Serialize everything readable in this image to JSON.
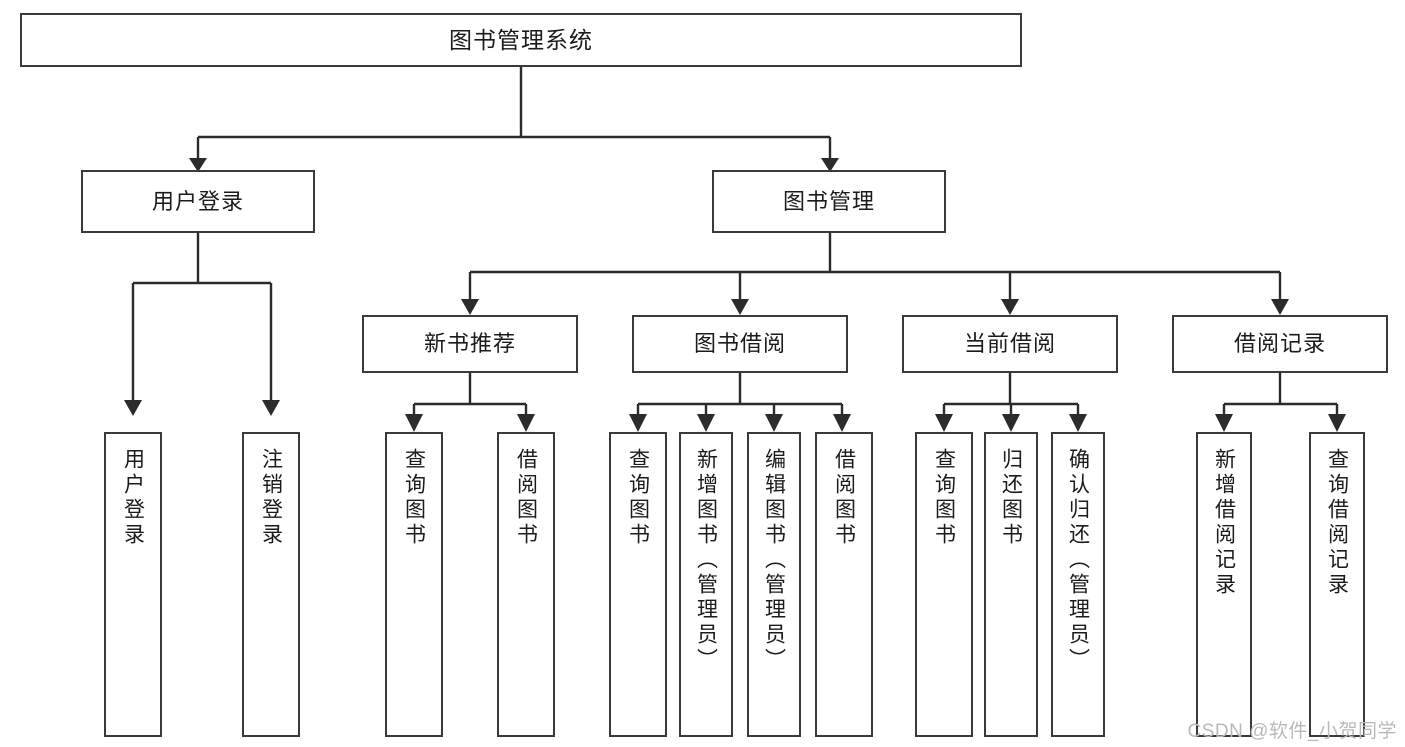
{
  "diagram": {
    "title": "图书管理系统",
    "type": "tree-hierarchy-diagram",
    "watermark": "CSDN @软件_小贺同学",
    "colors": {
      "box_border": "#3a3a3a",
      "box_fill": "#ffffff",
      "connector": "#2b2b2b",
      "text": "#1b1b1b",
      "watermark": "#b9b9b9",
      "background": "#ffffff"
    }
  },
  "nodes": {
    "root": {
      "id": "root",
      "label": "图书管理系统",
      "level": 0
    },
    "level1": [
      {
        "id": "user-login",
        "label": "用户登录",
        "level": 1
      },
      {
        "id": "book-management",
        "label": "图书管理",
        "level": 1
      }
    ],
    "level2": [
      {
        "id": "new-book-recommend",
        "label": "新书推荐",
        "level": 2,
        "parent": "book-management"
      },
      {
        "id": "book-borrow",
        "label": "图书借阅",
        "level": 2,
        "parent": "book-management"
      },
      {
        "id": "current-borrow",
        "label": "当前借阅",
        "level": 2,
        "parent": "book-management"
      },
      {
        "id": "borrow-record",
        "label": "借阅记录",
        "level": 2,
        "parent": "book-management"
      }
    ],
    "leaves": [
      {
        "id": "leaf-user-login",
        "label": "用户登录",
        "parent": "user-login"
      },
      {
        "id": "leaf-user-logout",
        "label": "注销登录",
        "parent": "user-login"
      },
      {
        "id": "leaf-query-book-1",
        "label": "查询图书",
        "parent": "new-book-recommend"
      },
      {
        "id": "leaf-borrow-book-1",
        "label": "借阅图书",
        "parent": "new-book-recommend"
      },
      {
        "id": "leaf-query-book-2",
        "label": "查询图书",
        "parent": "book-borrow"
      },
      {
        "id": "leaf-add-book-admin",
        "label": "新增图书（管理员）",
        "parent": "book-borrow"
      },
      {
        "id": "leaf-edit-book-admin",
        "label": "编辑图书（管理员）",
        "parent": "book-borrow"
      },
      {
        "id": "leaf-borrow-book-2",
        "label": "借阅图书",
        "parent": "book-borrow"
      },
      {
        "id": "leaf-query-book-3",
        "label": "查询图书",
        "parent": "current-borrow"
      },
      {
        "id": "leaf-return-book",
        "label": "归还图书",
        "parent": "current-borrow"
      },
      {
        "id": "leaf-confirm-return-admin",
        "label": "确认归还（管理员）",
        "parent": "current-borrow"
      },
      {
        "id": "leaf-add-borrow-record",
        "label": "新增借阅记录",
        "parent": "borrow-record"
      },
      {
        "id": "leaf-query-borrow-record",
        "label": "查询借阅记录",
        "parent": "borrow-record"
      }
    ]
  }
}
